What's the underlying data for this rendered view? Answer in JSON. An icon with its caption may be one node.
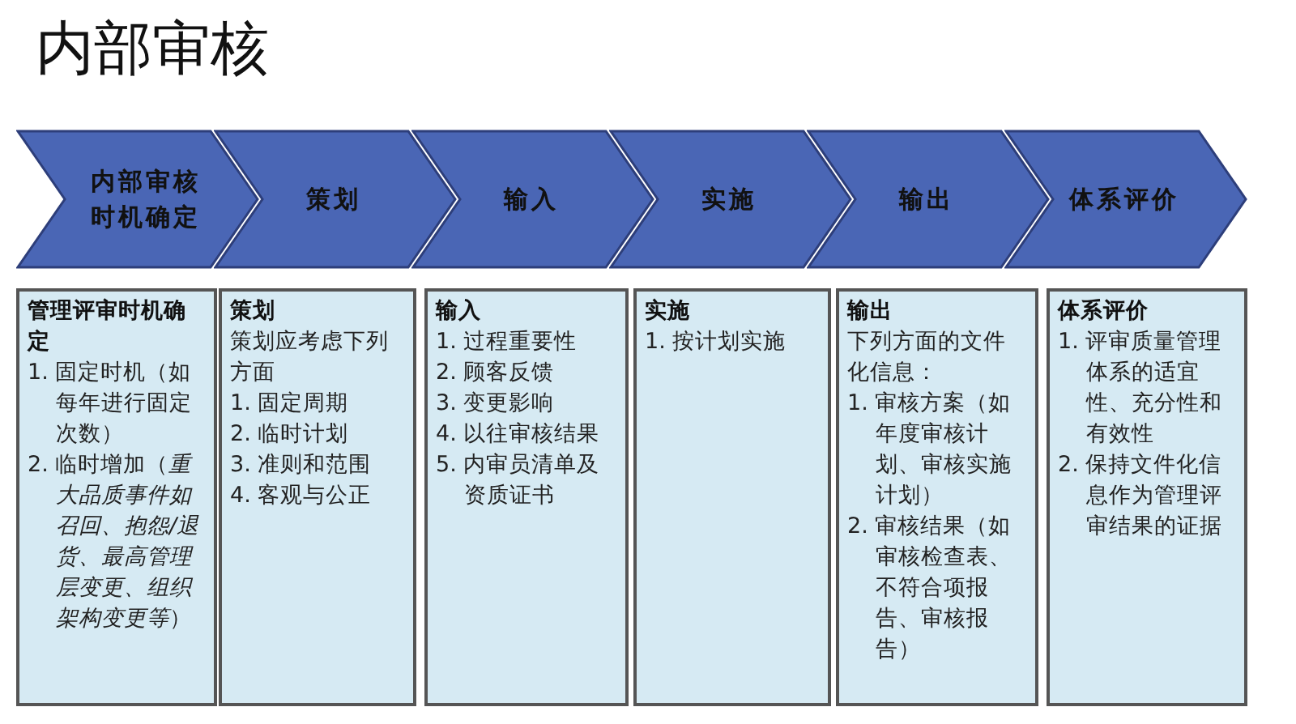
{
  "diagram": {
    "title": "内部审核",
    "nodes": [
      {
        "text": [
          "内部审核时机确定"
        ]
      },
      {
        "text": [
          "策划"
        ]
      },
      {
        "text": [
          "输入"
        ]
      },
      {
        "text": [
          "实施"
        ]
      },
      {
        "text": [
          "输出"
        ]
      },
      {
        "text": [
          "体系评价"
        ]
      },
      {
        "text": [
          "管理评审时机确定",
          "1. 固定时机（如每年进行固定次数）",
          "2. 临时增加（*重大品质事件如召回、抱怨/退货、最高管理层变更、组织架构变更等*）"
        ]
      },
      {
        "text": [
          "策划",
          "策划应考虑下列方面",
          "1. 固定周期",
          "2. 临时计划",
          "3. 准则和范围",
          "4. 客观与公正"
        ]
      },
      {
        "text": [
          "输入",
          "1. 过程重要性",
          "2. 顾客反馈",
          "3. 变更影响",
          "4. 以往审核结果",
          "5. 内审员清单及资质证书"
        ]
      },
      {
        "text": [
          "实施",
          "1. 按计划实施"
        ]
      },
      {
        "text": [
          "输出",
          "下列方面的文件化信息：",
          "1. 审核方案（如年度审核计划、审核实施计划）",
          "2. 审核结果（如审核检查表、不符合项报告、审核报告）"
        ]
      },
      {
        "text": [
          "体系评价",
          "1. 评审质量管理体系的适宜性、充分性和有效性",
          "2. 保持文件化信息作为管理评审结果的证据"
        ]
      }
    ],
    "edges": []
  }
}
